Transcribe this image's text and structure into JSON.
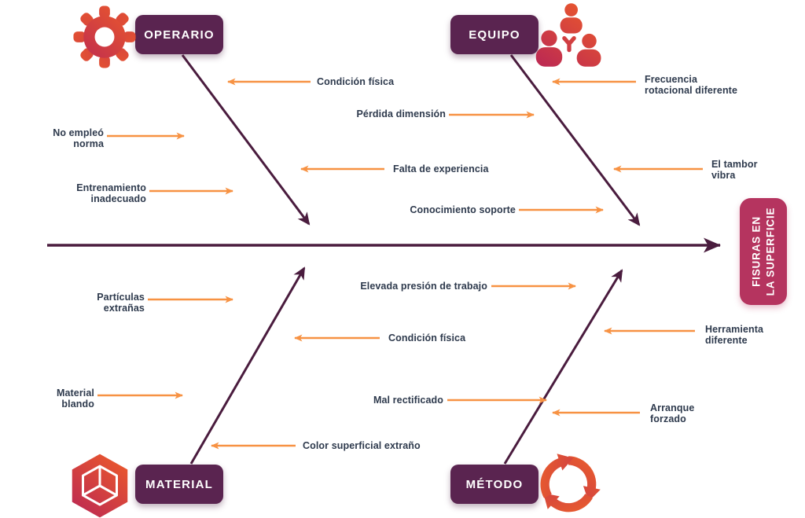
{
  "colors": {
    "spine": "#4A1C3E",
    "category_bg": "#5A2450",
    "effect_bg": "#B5345F",
    "arrow_orange": "#F79243",
    "label_text": "#2E3A4D",
    "icon_gradient_start": "#E8562E",
    "icon_gradient_end": "#BE2B51"
  },
  "effect": {
    "label": "FISURAS EN\nLA SUPERFICIE"
  },
  "categories": [
    {
      "label": "OPERARIO",
      "icon": "gear-icon",
      "causes": [
        {
          "label": "Condición física"
        },
        {
          "label": "No empleó\nnorma"
        },
        {
          "label": "Falta de experiencia"
        },
        {
          "label": "Entrenamiento\ninadecuado"
        }
      ]
    },
    {
      "label": "EQUIPO",
      "icon": "team-icon",
      "causes": [
        {
          "label": "Pérdida dimensión"
        },
        {
          "label": "Frecuencia\nrotacional diferente"
        },
        {
          "label": "El tambor\nvibra"
        },
        {
          "label": "Conocimiento soporte"
        }
      ]
    },
    {
      "label": "MATERIAL",
      "icon": "cube-icon",
      "causes": [
        {
          "label": "Partículas\nextrañas"
        },
        {
          "label": "Material\nblando"
        },
        {
          "label": "Condición física"
        },
        {
          "label": "Color superficial extraño"
        }
      ]
    },
    {
      "label": "MÉTODO",
      "icon": "cycle-icon",
      "causes": [
        {
          "label": "Elevada presión de trabajo"
        },
        {
          "label": "Mal rectificado"
        },
        {
          "label": "Herramienta\ndiferente"
        },
        {
          "label": "Arranque\nforzado"
        }
      ]
    }
  ]
}
